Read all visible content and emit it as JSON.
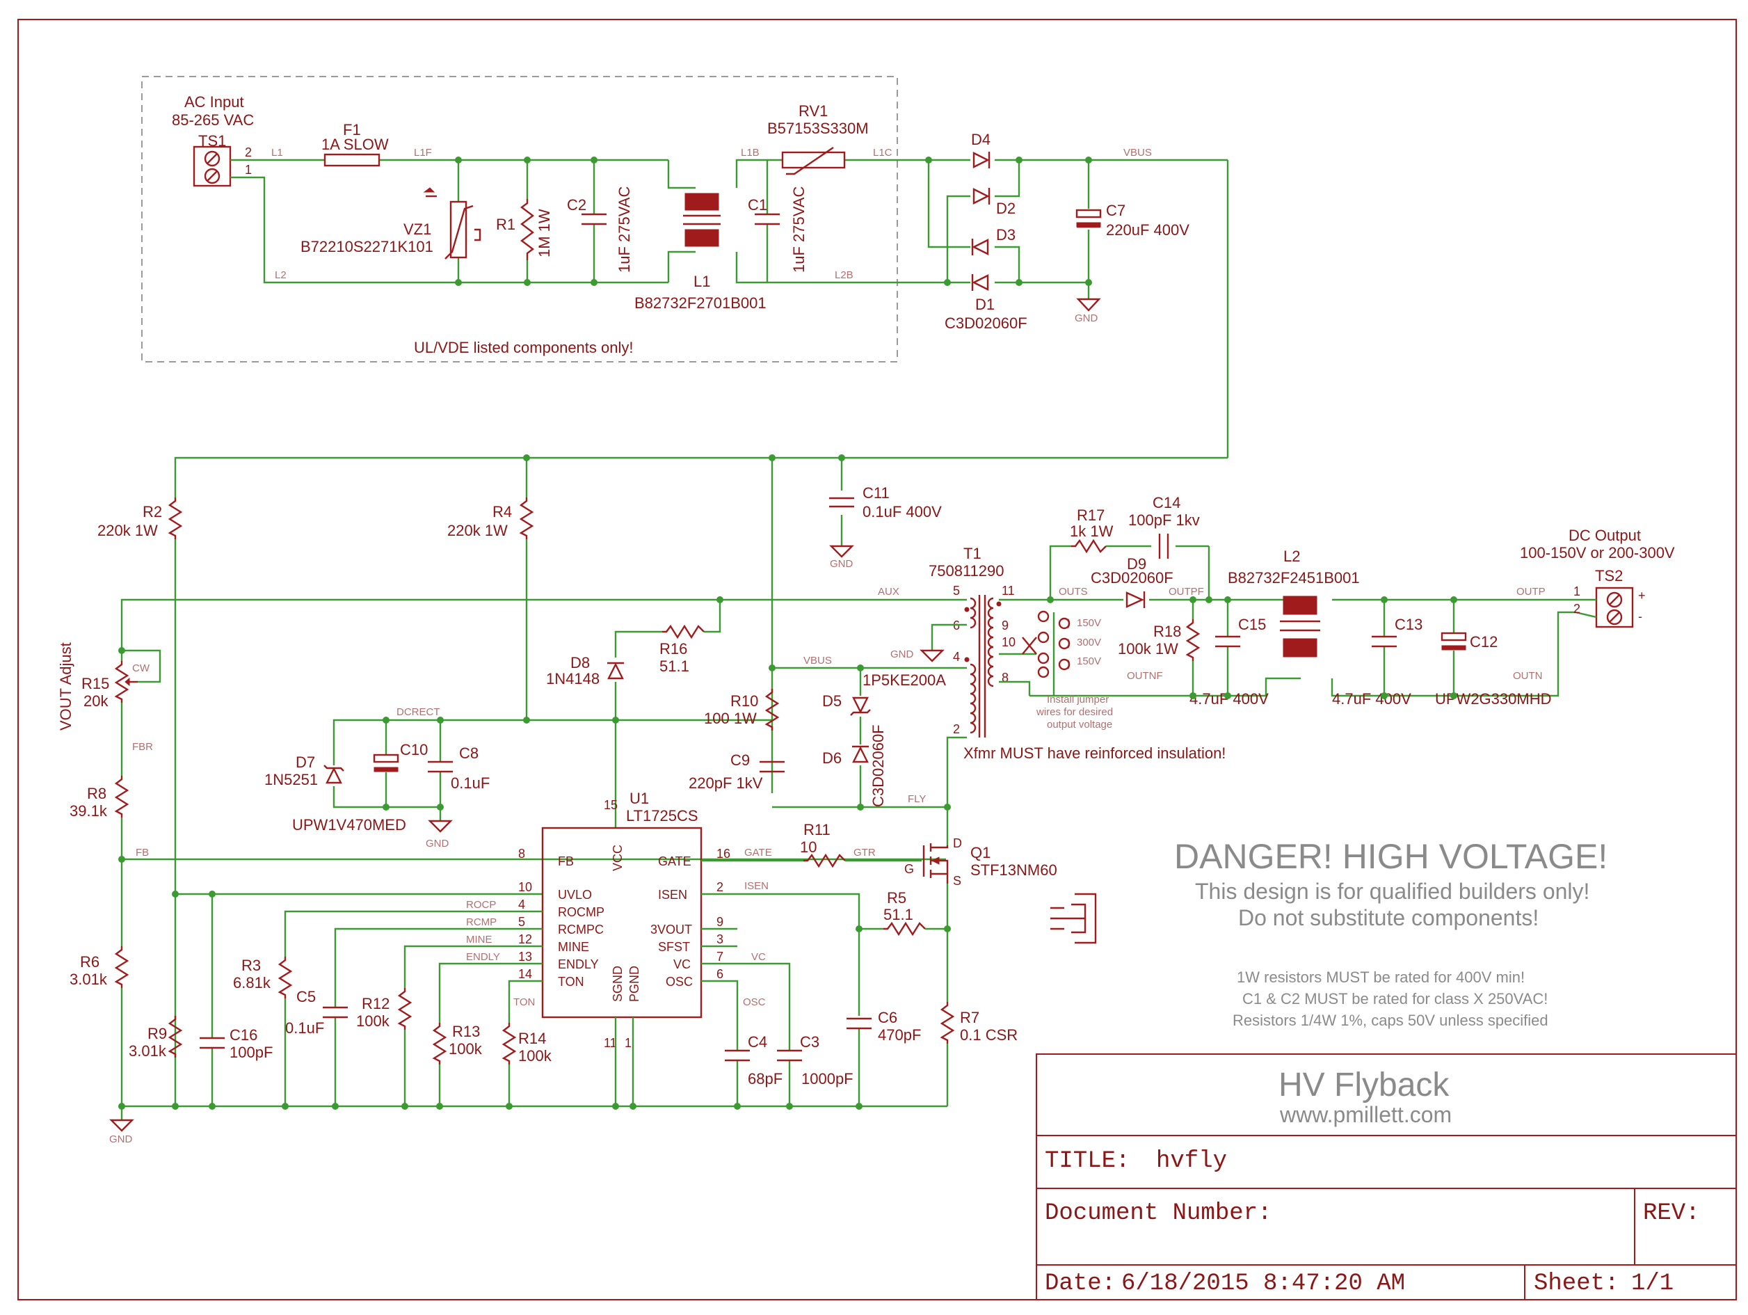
{
  "parts": {
    "ts1": {
      "ref": "TS1",
      "value": "AC Input",
      "value2": "85-265 VAC",
      "p2": "2",
      "p1": "1"
    },
    "f1": {
      "ref": "F1",
      "value": "1A SLOW"
    },
    "vz1": {
      "ref": "VZ1",
      "value": "B72210S2271K101"
    },
    "r1": {
      "ref": "R1",
      "value": "1M 1W"
    },
    "c2": {
      "ref": "C2",
      "value": "1uF 275VAC"
    },
    "l1": {
      "ref": "L1",
      "value": "B82732F2701B001"
    },
    "c1": {
      "ref": "C1",
      "value": "1uF 275VAC"
    },
    "rv1": {
      "ref": "RV1",
      "value": "B57153S330M"
    },
    "d4": {
      "ref": "D4"
    },
    "d2": {
      "ref": "D2"
    },
    "d3": {
      "ref": "D3"
    },
    "d1": {
      "ref": "D1",
      "value": "C3D02060F"
    },
    "c7": {
      "ref": "C7",
      "value": "220uF 400V"
    },
    "r2": {
      "ref": "R2",
      "value": "220k 1W"
    },
    "r4": {
      "ref": "R4",
      "value": "220k 1W"
    },
    "c11": {
      "ref": "C11",
      "value": "0.1uF 400V"
    },
    "t1": {
      "ref": "T1",
      "value": "750811290",
      "p5": "5",
      "p6": "6",
      "p4": "4",
      "p2": "2",
      "p11": "11",
      "p9": "9",
      "p10": "10",
      "p8": "8",
      "tap150a": "150V",
      "tap300": "300V",
      "tap150b": "150V"
    },
    "r17": {
      "ref": "R17",
      "value": "1k 1W"
    },
    "c14": {
      "ref": "C14",
      "value": "100pF 1kv"
    },
    "d9": {
      "ref": "D9",
      "value": "C3D02060F"
    },
    "l2": {
      "ref": "L2",
      "value": "B82732F2451B001"
    },
    "ts2": {
      "ref": "TS2",
      "value": "DC Output",
      "value2": "100-150V or 200-300V",
      "p1": "1",
      "p2": "2",
      "plus": "+",
      "minus": "-"
    },
    "r15": {
      "ref": "R15",
      "value": "20k",
      "cw": "CW"
    },
    "d8": {
      "ref": "D8",
      "value": "1N4148"
    },
    "r16": {
      "ref": "R16",
      "value": "51.1"
    },
    "r18": {
      "ref": "R18",
      "value": "100k 1W"
    },
    "c15": {
      "ref": "C15",
      "value": "4.7uF 400V"
    },
    "c13": {
      "ref": "C13",
      "value": "4.7uF 400V"
    },
    "c12": {
      "ref": "C12",
      "value": "UPW2G330MHD"
    },
    "r10": {
      "ref": "R10",
      "value": "100 1W"
    },
    "d5": {
      "ref": "D5",
      "value": "1P5KE200A"
    },
    "d6": {
      "ref": "D6",
      "value": "C3D02060F"
    },
    "c9": {
      "ref": "C9",
      "value": "220pF 1kV"
    },
    "r8": {
      "ref": "R8",
      "value": "39.1k"
    },
    "d7": {
      "ref": "D7",
      "value": "1N5251"
    },
    "c10": {
      "ref": "C10",
      "value": "UPW1V470MED"
    },
    "c8": {
      "ref": "C8",
      "value": "0.1uF"
    },
    "u1": {
      "ref": "U1",
      "value": "LT1725CS"
    },
    "r11": {
      "ref": "R11",
      "value": "10"
    },
    "q1": {
      "ref": "Q1",
      "value": "STF13NM60",
      "d": "D",
      "g": "G",
      "s": "S"
    },
    "r5": {
      "ref": "R5",
      "value": "51.1"
    },
    "r6": {
      "ref": "R6",
      "value": "3.01k"
    },
    "r3": {
      "ref": "R3",
      "value": "6.81k"
    },
    "c5": {
      "ref": "C5",
      "value": "0.1uF"
    },
    "r12": {
      "ref": "R12",
      "value": "100k"
    },
    "r13": {
      "ref": "R13",
      "value": "100k"
    },
    "r14": {
      "ref": "R14",
      "value": "100k"
    },
    "c4": {
      "ref": "C4",
      "value": "68pF"
    },
    "c3": {
      "ref": "C3",
      "value": "1000pF"
    },
    "c6": {
      "ref": "C6",
      "value": "470pF"
    },
    "r7": {
      "ref": "R7",
      "value": "0.1 CSR"
    },
    "r9": {
      "ref": "R9",
      "value": "3.01k"
    },
    "c16": {
      "ref": "C16",
      "value": "100pF"
    }
  },
  "u1_pins": {
    "left": [
      {
        "num": "8",
        "name": "FB"
      },
      {
        "num": "10",
        "name": "UVLO"
      },
      {
        "num": "4",
        "name": "ROCMP"
      },
      {
        "num": "5",
        "name": "RCMPC"
      },
      {
        "num": "12",
        "name": "MINE"
      },
      {
        "num": "13",
        "name": "ENDLY"
      },
      {
        "num": "14",
        "name": "TON"
      }
    ],
    "right": [
      {
        "num": "16",
        "name": "GATE"
      },
      {
        "num": "2",
        "name": "ISEN"
      },
      {
        "num": "9",
        "name": "3VOUT"
      },
      {
        "num": "3",
        "name": "SFST"
      },
      {
        "num": "7",
        "name": "VC"
      },
      {
        "num": "6",
        "name": "OSC"
      }
    ],
    "top": {
      "num": "15",
      "name": "VCC"
    },
    "bottom": [
      {
        "num": "11",
        "name": "SGND"
      },
      {
        "num": "1",
        "name": "PGND"
      }
    ]
  },
  "nets": {
    "l1": "L1",
    "l1f": "L1F",
    "l1b": "L1B",
    "l1c": "L1C",
    "l2": "L2",
    "l2b": "L2B",
    "vbus": "VBUS",
    "aux": "AUX",
    "outs": "OUTS",
    "outpf": "OUTPF",
    "outp": "OUTP",
    "outnf": "OUTNF",
    "outn": "OUTN",
    "dcrect": "DCRECT",
    "fbr": "FBR",
    "fb": "FB",
    "rocp": "ROCP",
    "rcmp": "RCMP",
    "mine": "MINE",
    "endly": "ENDLY",
    "ton": "TON",
    "gate": "GATE",
    "gtr": "GTR",
    "isen": "ISEN",
    "vc": "VC",
    "osc": "OSC",
    "fly": "FLY",
    "vbus2": "VBUS"
  },
  "gnd": "GND",
  "notes": {
    "ul": "UL/VDE listed components only!",
    "xfmr": "Xfmr MUST have reinforced insulation!",
    "jumper": [
      "Install jumper",
      "wires for desired",
      "output voltage"
    ],
    "vout_adjust": "VOUT Adjust",
    "danger_title": "DANGER!  HIGH VOLTAGE!",
    "danger_1": "This design is for qualified builders only!",
    "danger_2": "Do not substitute components!",
    "note_1": "1W resistors MUST be rated for 400V min!",
    "note_2": "C1 & C2 MUST be rated for class X 250VAC!",
    "note_3": "Resistors 1/4W 1%, caps 50V unless specified"
  },
  "title_block": {
    "project": "HV Flyback",
    "website": "www.pmillett.com",
    "title_label": "TITLE:",
    "title_value": "hvfly",
    "docnum_label": "Document Number:",
    "rev_label": "REV:",
    "date_label": "Date:",
    "date_value": "6/18/2015 8:47:20 AM",
    "sheet_label": "Sheet:",
    "sheet_value": "1/1"
  },
  "colors": {
    "wire": "#3c9a32",
    "symbol": "#a01c1c",
    "text": "#8a1616",
    "note": "#8a8a8a"
  }
}
